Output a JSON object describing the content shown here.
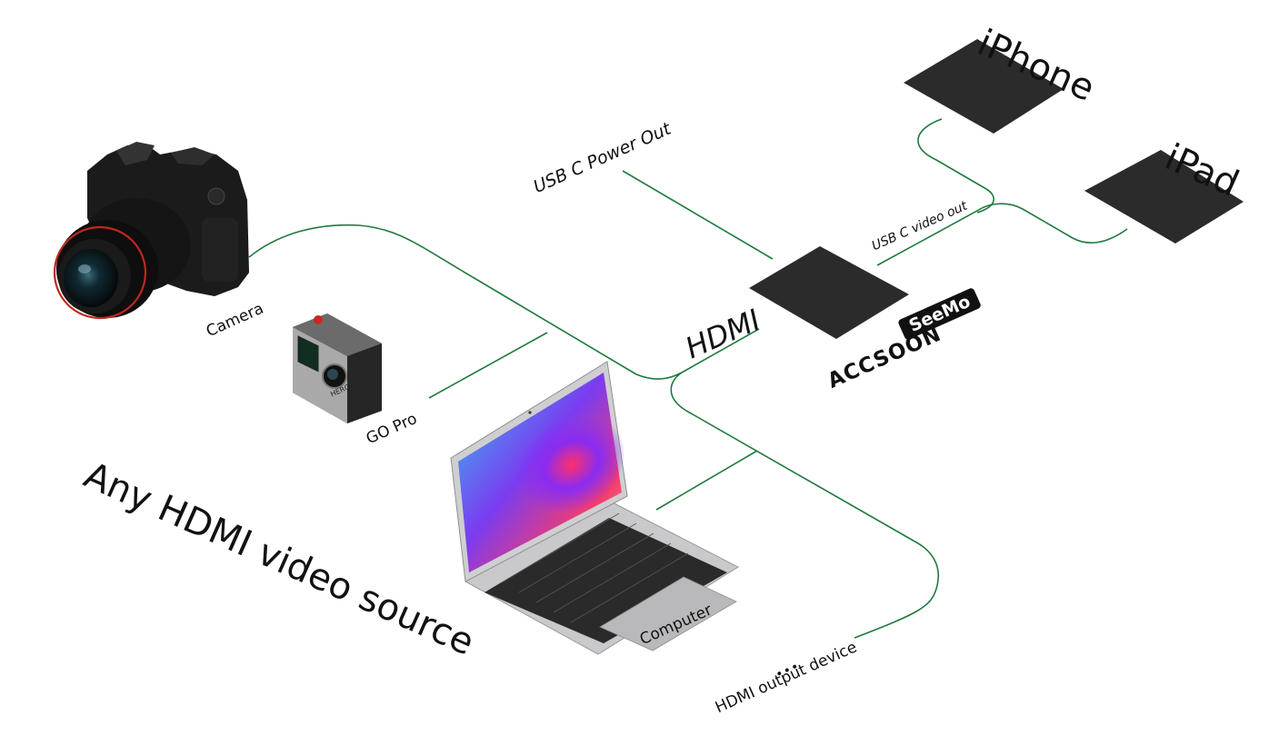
{
  "diagram": {
    "headline": "Any HDMI video source",
    "sources": {
      "camera": "Camera",
      "gopro": "GO Pro",
      "gopro_badge": "HERO4",
      "computer": "Computer",
      "other": "HDMI output device",
      "other_dots": "•••"
    },
    "hub": {
      "input_label": "HDMI",
      "power_label": "USB C Power Out",
      "video_out_label": "USB C video out",
      "brand": "ACCSOON",
      "product": "SeeMo"
    },
    "targets": {
      "iphone": "iPhone",
      "ipad": "iPad"
    },
    "colors": {
      "line": "#1f7a3f",
      "device": "#2b2b2b",
      "label": "#111111"
    },
    "icons": [
      "camera-icon",
      "gopro-icon",
      "laptop-icon",
      "seemo-device-icon",
      "iphone-icon",
      "ipad-icon"
    ]
  }
}
